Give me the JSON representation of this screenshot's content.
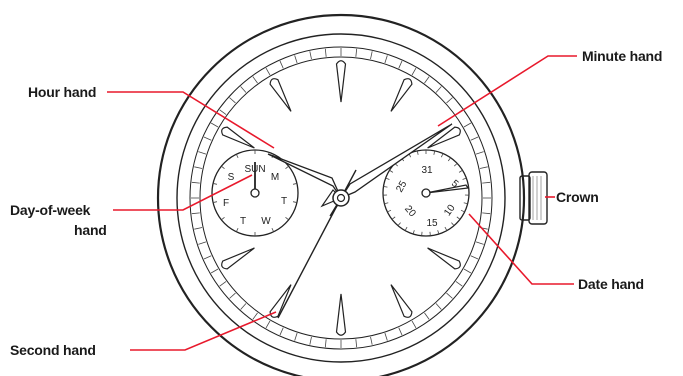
{
  "labels": {
    "hour_hand": "Hour hand",
    "minute_hand": "Minute hand",
    "crown": "Crown",
    "day_of_week_hand_line1": "Day-of-week",
    "day_of_week_hand_line2": "hand",
    "date_hand": "Date hand",
    "second_hand": "Second hand"
  },
  "day_subdial": {
    "letters": [
      "SUN",
      "M",
      "T",
      "W",
      "T",
      "F",
      "S"
    ]
  },
  "date_subdial": {
    "numbers": [
      "31",
      "5",
      "10",
      "15",
      "20",
      "25"
    ]
  },
  "colors": {
    "leader_line": "#e8192c",
    "outline": "#222222"
  }
}
